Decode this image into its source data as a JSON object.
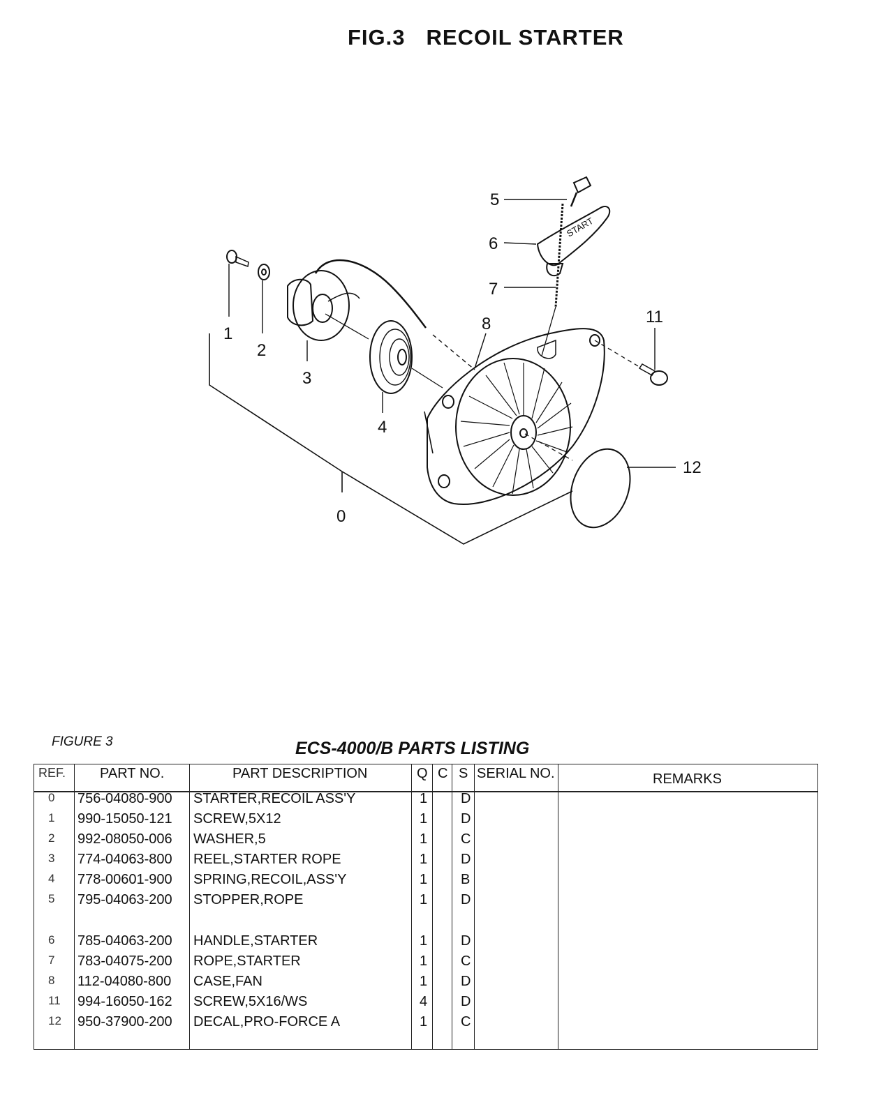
{
  "page": {
    "fig_label": "FIG.3",
    "fig_name": "RECOIL STARTER"
  },
  "diagram": {
    "callouts": [
      "0",
      "1",
      "2",
      "3",
      "4",
      "5",
      "6",
      "7",
      "8",
      "11",
      "12"
    ]
  },
  "listing": {
    "figure_label": "FIGURE 3",
    "title": "ECS-4000/B PARTS LISTING",
    "headers": {
      "ref": "REF.",
      "part_no": "PART NO.",
      "description": "PART DESCRIPTION",
      "q": "Q",
      "c": "C",
      "s": "S",
      "serial_no": "SERIAL NO.",
      "remarks": "REMARKS"
    },
    "rows": [
      {
        "ref": "0",
        "part_no": "756-04080-900",
        "description": "STARTER,RECOIL ASS'Y",
        "q": "1",
        "s": "D"
      },
      {
        "ref": "1",
        "part_no": "990-15050-121",
        "description": "SCREW,5X12",
        "q": "1",
        "s": "D"
      },
      {
        "ref": "2",
        "part_no": "992-08050-006",
        "description": "WASHER,5",
        "q": "1",
        "s": "C"
      },
      {
        "ref": "3",
        "part_no": "774-04063-800",
        "description": "REEL,STARTER ROPE",
        "q": "1",
        "s": "D"
      },
      {
        "ref": "4",
        "part_no": "778-00601-900",
        "description": "SPRING,RECOIL,ASS'Y",
        "q": "1",
        "s": "B"
      },
      {
        "ref": "5",
        "part_no": "795-04063-200",
        "description": "STOPPER,ROPE",
        "q": "1",
        "s": "D"
      },
      {
        "ref": "6",
        "part_no": "785-04063-200",
        "description": "HANDLE,STARTER",
        "q": "1",
        "s": "D"
      },
      {
        "ref": "7",
        "part_no": "783-04075-200",
        "description": "ROPE,STARTER",
        "q": "1",
        "s": "C"
      },
      {
        "ref": "8",
        "part_no": "112-04080-800",
        "description": "CASE,FAN",
        "q": "1",
        "s": "D"
      },
      {
        "ref": "11",
        "part_no": "994-16050-162",
        "description": "SCREW,5X16/WS",
        "q": "4",
        "s": "D"
      },
      {
        "ref": "12",
        "part_no": "950-37900-200",
        "description": "DECAL,PRO-FORCE A",
        "q": "1",
        "s": "C"
      }
    ]
  }
}
